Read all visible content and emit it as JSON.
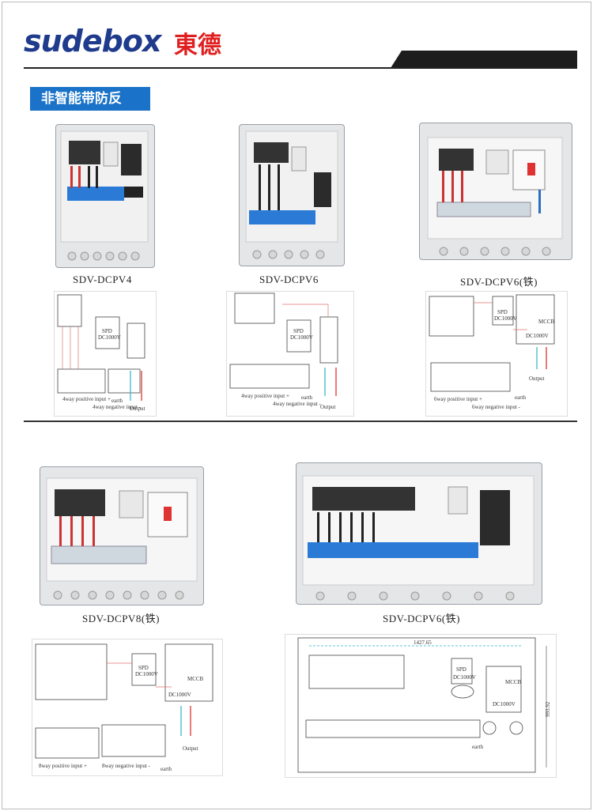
{
  "header": {
    "logo_en": "sudebox",
    "logo_cn": "東德"
  },
  "section": {
    "title": "非智能带防反"
  },
  "products": [
    {
      "model": "SDV-DCPV4",
      "diagram": {
        "spd": "SPD",
        "spd_v": "DC1000V",
        "pos": "4way positive input +",
        "neg": "4way negative input -",
        "earth": "earth",
        "output": "Output"
      }
    },
    {
      "model": "SDV-DCPV6",
      "diagram": {
        "spd": "SPD",
        "spd_v": "DC1000V",
        "pos": "4way positive input +",
        "neg": "4way negative input -",
        "earth": "earth",
        "output": "Output"
      }
    },
    {
      "model": "SDV-DCPV6(铁)",
      "diagram": {
        "spd": "SPD",
        "spd_v": "DC1000V",
        "mccb": "MCCB",
        "mccb_v": "DC1000V",
        "pos": "6way positive input +",
        "neg": "6way negative input -",
        "earth": "earth",
        "output": "Output"
      }
    },
    {
      "model": "SDV-DCPV8(铁)",
      "diagram": {
        "spd": "SPD",
        "spd_v": "DC1000V",
        "mccb": "MCCB",
        "mccb_v": "DC1000V",
        "pos": "8way positive input +",
        "neg": "8way negative input -",
        "earth": "earth",
        "output": "Output"
      }
    },
    {
      "model": "SDV-DCPV6(铁)",
      "diagram": {
        "spd": "SPD",
        "spd_v": "DC1000V",
        "mccb": "MCCB",
        "mccb_v": "DC1000V",
        "earth": "earth",
        "dim_w": "1427.65",
        "dim_h": "993.92"
      }
    }
  ]
}
